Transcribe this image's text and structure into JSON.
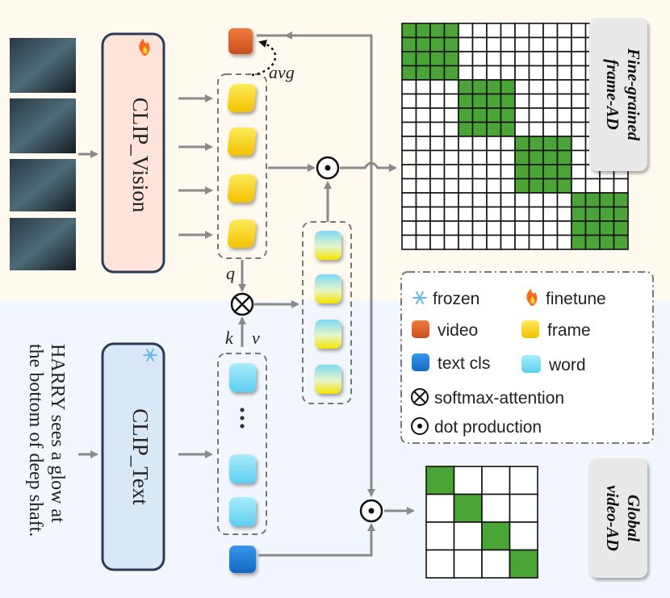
{
  "vision_encoder": {
    "label": "CLIP_Vision",
    "state": "finetune"
  },
  "text_encoder": {
    "label": "CLIP_Text",
    "state": "frozen"
  },
  "caption": {
    "lines": [
      "HARRY sees a glow at",
      "the bottom of deep shaft."
    ]
  },
  "labels": {
    "avg": "avg",
    "q": "q",
    "k": "k",
    "v": "v",
    "ellipsis": "..."
  },
  "fine_grained": {
    "title_line1": "Fine-grained",
    "title_line2": "frame-AD"
  },
  "global": {
    "title_line1": "Global",
    "title_line2": "video-AD"
  },
  "legend": {
    "frozen": "frozen",
    "finetune": "finetune",
    "video": "video",
    "frame": "frame",
    "text_cls": "text cls",
    "word": "word",
    "softmax": "softmax-attention",
    "dot": "dot production"
  },
  "colors": {
    "vision_box": "#fde3d9",
    "text_box": "#d8e8f7",
    "video_token": "#e0642a",
    "frame_token": "#f5d000",
    "text_cls_token": "#1f7ad6",
    "word_token": "#8fe0f5",
    "grid_fill": "#4aa536",
    "top_bg": "#fffaf0",
    "bottom_bg": "#f2f7fd"
  }
}
